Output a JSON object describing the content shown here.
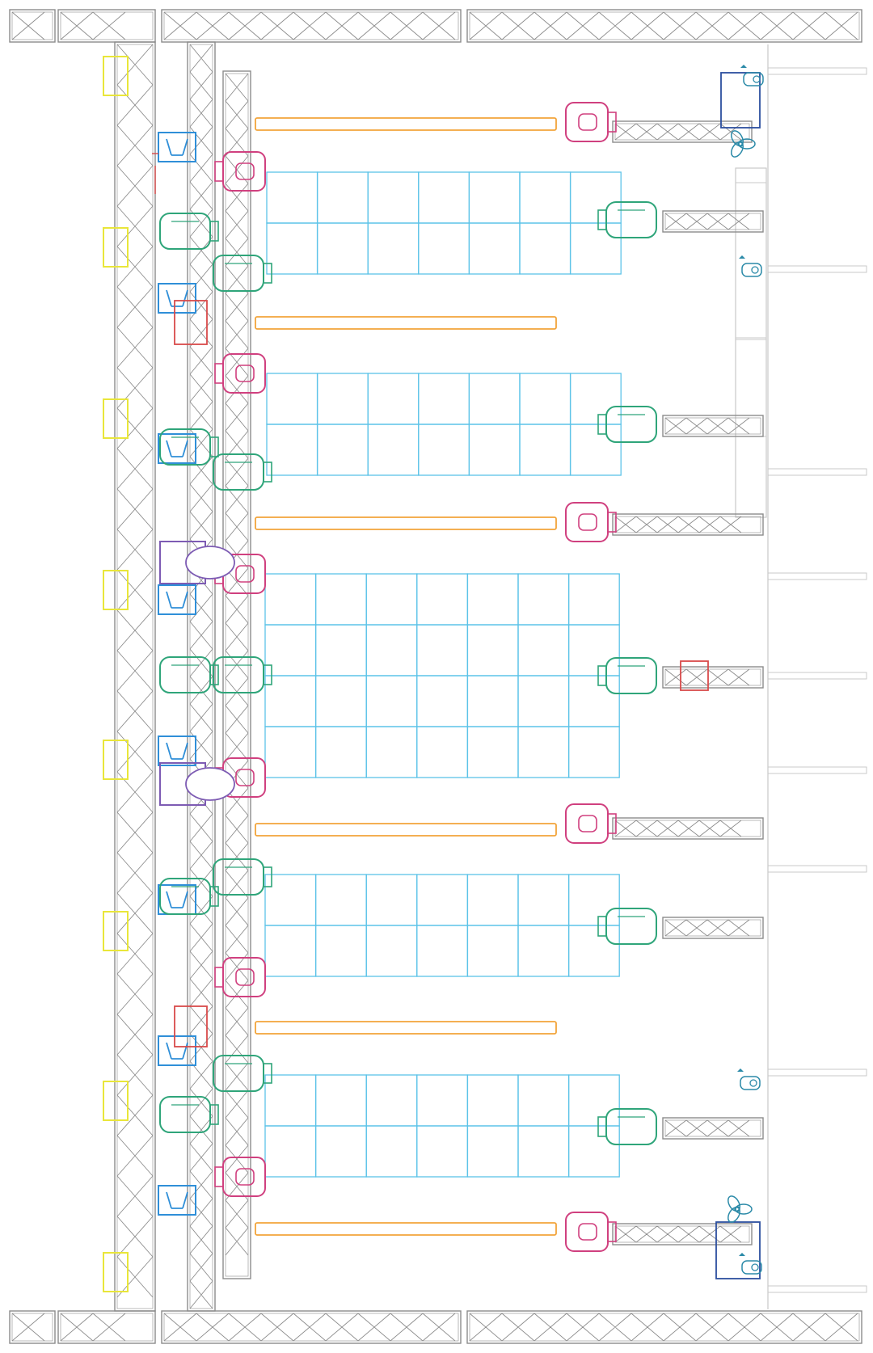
{
  "colors": {
    "truss": "#8c8c8c",
    "yellow_fixture": "#e9e63a",
    "blue_fixture": "#2f8fd8",
    "green_fixture": "#2fa57a",
    "magenta_fixture": "#d0407f",
    "purple_fixture": "#7d5bb3",
    "led_panel": "#5cc3e8",
    "orange_bar": "#f2a43a",
    "red_box": "#d84a4a",
    "dark_blue_box": "#2c4f9e",
    "teal_fan": "#2b8aa8",
    "pipe": "#c9c9c9"
  },
  "legend_semantics": {
    "yellow_fixture": "yellow-square-fixture",
    "blue_fixture": "blue-wash-fixture",
    "green_fixture": "green-moving-head",
    "magenta_fixture": "magenta-spot",
    "purple_fixture": "purple-beam",
    "led_panel": "led-video-panel",
    "orange_bar": "orange-led-bar",
    "red_box": "red-dimmer-box",
    "dark_blue_box": "blue-hazer-box",
    "teal_fan": "fan-icon"
  }
}
